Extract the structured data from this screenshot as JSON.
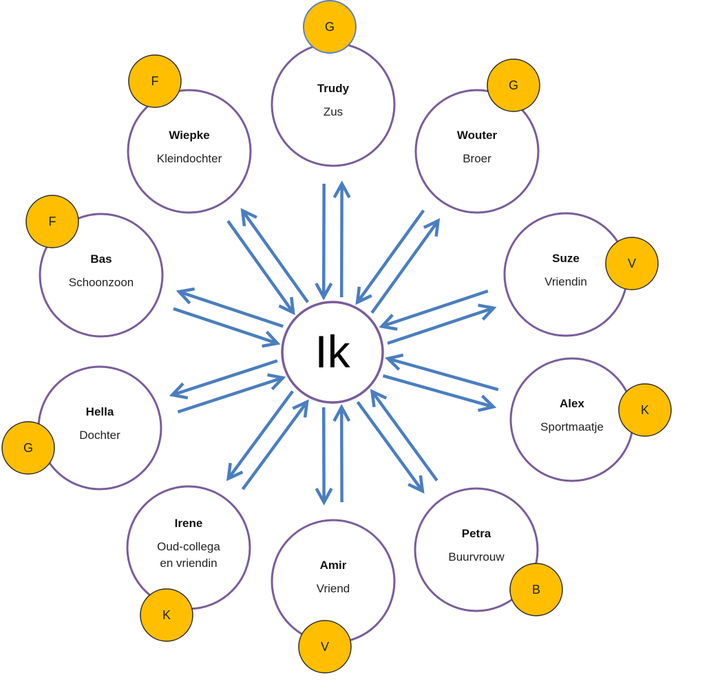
{
  "center": {
    "label": "Ik"
  },
  "colors": {
    "circle_stroke": "#7a5c9b",
    "arrow": "#4a7ec0",
    "badge_fill": "#ffbf00"
  },
  "people": [
    {
      "id": "trudy",
      "name": "Trudy",
      "role_lines": [
        "Zus"
      ],
      "badge": "G"
    },
    {
      "id": "wouter",
      "name": "Wouter",
      "role_lines": [
        "Broer"
      ],
      "badge": "G"
    },
    {
      "id": "suze",
      "name": "Suze",
      "role_lines": [
        "Vriendin"
      ],
      "badge": "V"
    },
    {
      "id": "alex",
      "name": "Alex",
      "role_lines": [
        "Sportmaatje"
      ],
      "badge": "K"
    },
    {
      "id": "petra",
      "name": "Petra",
      "role_lines": [
        "Buurvrouw"
      ],
      "badge": "B"
    },
    {
      "id": "amir",
      "name": "Amir",
      "role_lines": [
        "Vriend"
      ],
      "badge": "V"
    },
    {
      "id": "irene",
      "name": "Irene",
      "role_lines": [
        "Oud-collega",
        "en vriendin"
      ],
      "badge": "K"
    },
    {
      "id": "hella",
      "name": "Hella",
      "role_lines": [
        "Dochter"
      ],
      "badge": "G"
    },
    {
      "id": "bas",
      "name": "Bas",
      "role_lines": [
        "Schoonzoon"
      ],
      "badge": "F"
    },
    {
      "id": "wiepke",
      "name": "Wiepke",
      "role_lines": [
        "Kleindochter"
      ],
      "badge": "F"
    }
  ]
}
